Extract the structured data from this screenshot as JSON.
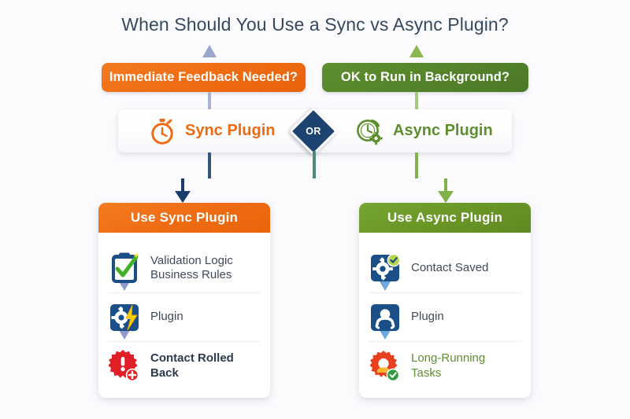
{
  "page": {
    "title": "When Should You Use a Sync vs Async Plugin?",
    "background_color": "#fbfbfe"
  },
  "decisions": {
    "left": {
      "label": "Immediate Feedback Needed?",
      "color": "#ef6b12",
      "marker_icon": "up-triangle-icon"
    },
    "right": {
      "label": "OK to Run in Background?",
      "color": "#54822a",
      "marker_icon": "up-triangle-icon"
    }
  },
  "center_bar": {
    "left_option": {
      "label": "Sync Plugin",
      "icon": "stopwatch-icon",
      "color": "#ef6b12"
    },
    "connector_label": "OR",
    "connector_color": "#1d4370",
    "right_option": {
      "label": "Async Plugin",
      "icon": "clock-gear-icon",
      "color": "#5e8f2e"
    }
  },
  "outcomes": {
    "sync": {
      "header": "Use Sync Plugin",
      "header_color": "#ef6b12",
      "steps": [
        {
          "icon": "clipboard-check-icon",
          "text_line1": "Validation Logic",
          "text_line2": "Business Rules",
          "emphasis": "normal"
        },
        {
          "icon": "gear-bolt-icon",
          "text_line1": "Plugin",
          "text_line2": "",
          "emphasis": "normal"
        },
        {
          "icon": "alert-burst-icon",
          "text_line1": "Contact Rolled",
          "text_line2": "Back",
          "emphasis": "bold"
        }
      ]
    },
    "async": {
      "header": "Use Async Plugin",
      "header_color": "#699526",
      "steps": [
        {
          "icon": "gear-check-icon",
          "text_line1": "Contact Saved",
          "text_line2": "",
          "emphasis": "normal"
        },
        {
          "icon": "async-swirl-icon",
          "text_line1": "Plugin",
          "text_line2": "",
          "emphasis": "normal"
        },
        {
          "icon": "gear-burst-check-icon",
          "text_line1": "Long-Running",
          "text_line2": "Tasks",
          "emphasis": "green"
        }
      ]
    }
  },
  "connectors": {
    "gradient_from": "#1b3d6b",
    "gradient_to": "#7fb24a",
    "arrow_left_color": "#1b3d6b",
    "arrow_right_color": "#7fb24a"
  }
}
